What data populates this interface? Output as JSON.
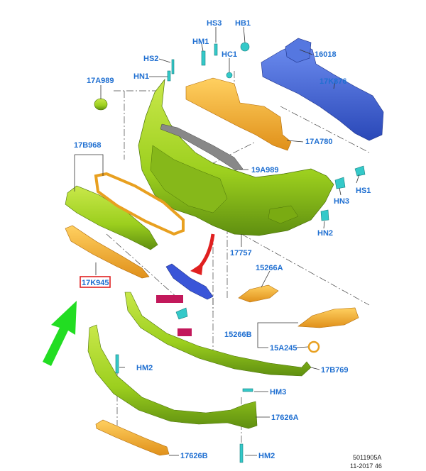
{
  "parts": {
    "hs3": "HS3",
    "hb1": "HB1",
    "hm1": "HM1",
    "hs2": "HS2",
    "hc1": "HC1",
    "p16018": "16018",
    "hn1": "HN1",
    "p17a989": "17A989",
    "p17k876": "17K876",
    "p17b968": "17B968",
    "p17a780": "17A780",
    "p19a989": "19A989",
    "hs1": "HS1",
    "hn3": "HN3",
    "hn2": "HN2",
    "p17757": "17757",
    "p15266a": "15266A",
    "p17k945": "17K945",
    "p15266b": "15266B",
    "p15a245": "15A245",
    "p17b769": "17B769",
    "hm2_upper": "HM2",
    "hm3": "HM3",
    "p17626a": "17626A",
    "p17626b": "17626B",
    "hm2_lower": "HM2"
  },
  "footer": {
    "code": "5011905A",
    "date": "11-2017 46"
  },
  "colors": {
    "label": "#1f6fd1",
    "highlight_box": "#e02020",
    "green_arrow": "#22dd22",
    "red_arrow": "#e02020",
    "bumper_green": "#9ccf1e",
    "bracket_orange": "#f2a81c",
    "beam_blue": "#3b64d8",
    "fastener_cyan": "#34c9c9"
  }
}
